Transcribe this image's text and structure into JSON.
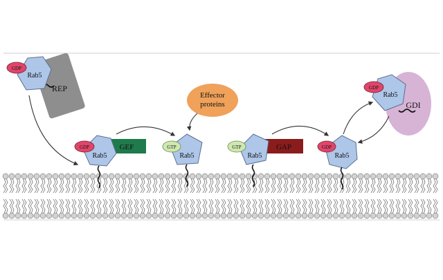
{
  "colors": {
    "rab5": "#aec6e8",
    "rab5_stroke": "#5a6f8e",
    "gdp": "#e0456a",
    "gtp": "#cfe8b0",
    "rep": "#8e8e8e",
    "gef": "#1f7a4c",
    "gap": "#8a1c1c",
    "effector": "#f0a15a",
    "gdi": "#d7b3d6",
    "lipid_head": "#d3d3d3",
    "arrow": "#333333",
    "rule": "#cfcfcf"
  },
  "labels": {
    "rab5": "Rab5",
    "gdp": "GDP",
    "gtp": "GTP",
    "rep": "REP",
    "gef": "GEF",
    "gap": "GAP",
    "gdi": "GDI",
    "effector_line1": "Effector",
    "effector_line2": "proteins"
  },
  "icons": {
    "membrane": "lipid-bilayer-icon",
    "arrows": "curved-arrow-icon"
  }
}
